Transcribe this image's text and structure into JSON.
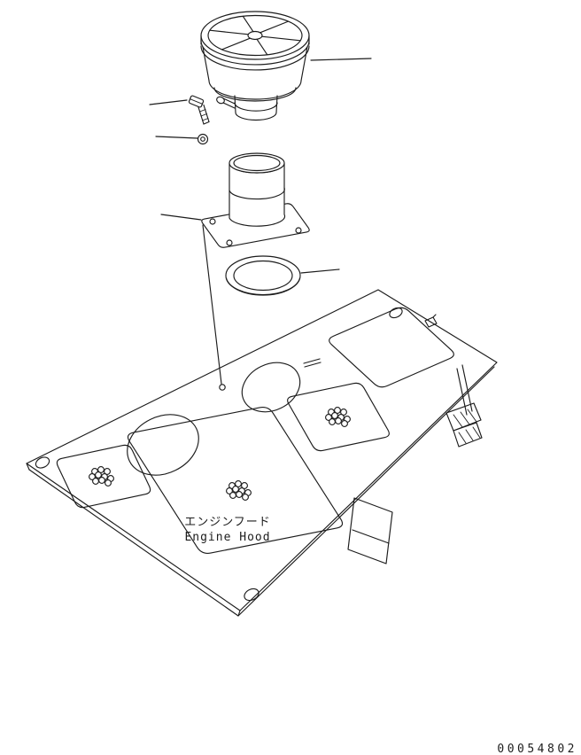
{
  "page": {
    "background": "#ffffff",
    "ink": "#1c1c1c"
  },
  "hood_label": {
    "jp": "エンジンフード",
    "en": "Engine Hood"
  },
  "drawing_number": "00054802"
}
